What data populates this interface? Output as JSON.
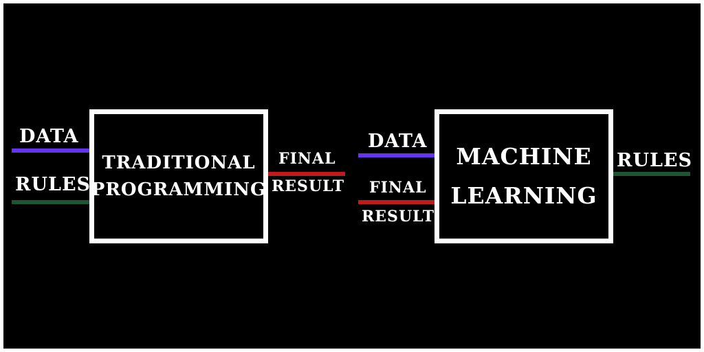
{
  "colors": {
    "background": "#000000",
    "box_border": "#ffffff",
    "text": "#ffffff",
    "data_line": "#6633ee",
    "rules_line": "#1e5535",
    "result_line": "#c01a1a"
  },
  "traditional": {
    "box_line1": "TRADITIONAL",
    "box_line2": "PROGRAMMING",
    "input_data": "DATA",
    "input_rules": "RULES",
    "output_line1": "FINAL",
    "output_line2": "RESULT"
  },
  "machine_learning": {
    "box_line1": "MACHINE",
    "box_line2": "LEARNING",
    "input_data": "DATA",
    "input_result_line1": "FINAL",
    "input_result_line2": "RESULT",
    "output_rules": "RULES"
  }
}
